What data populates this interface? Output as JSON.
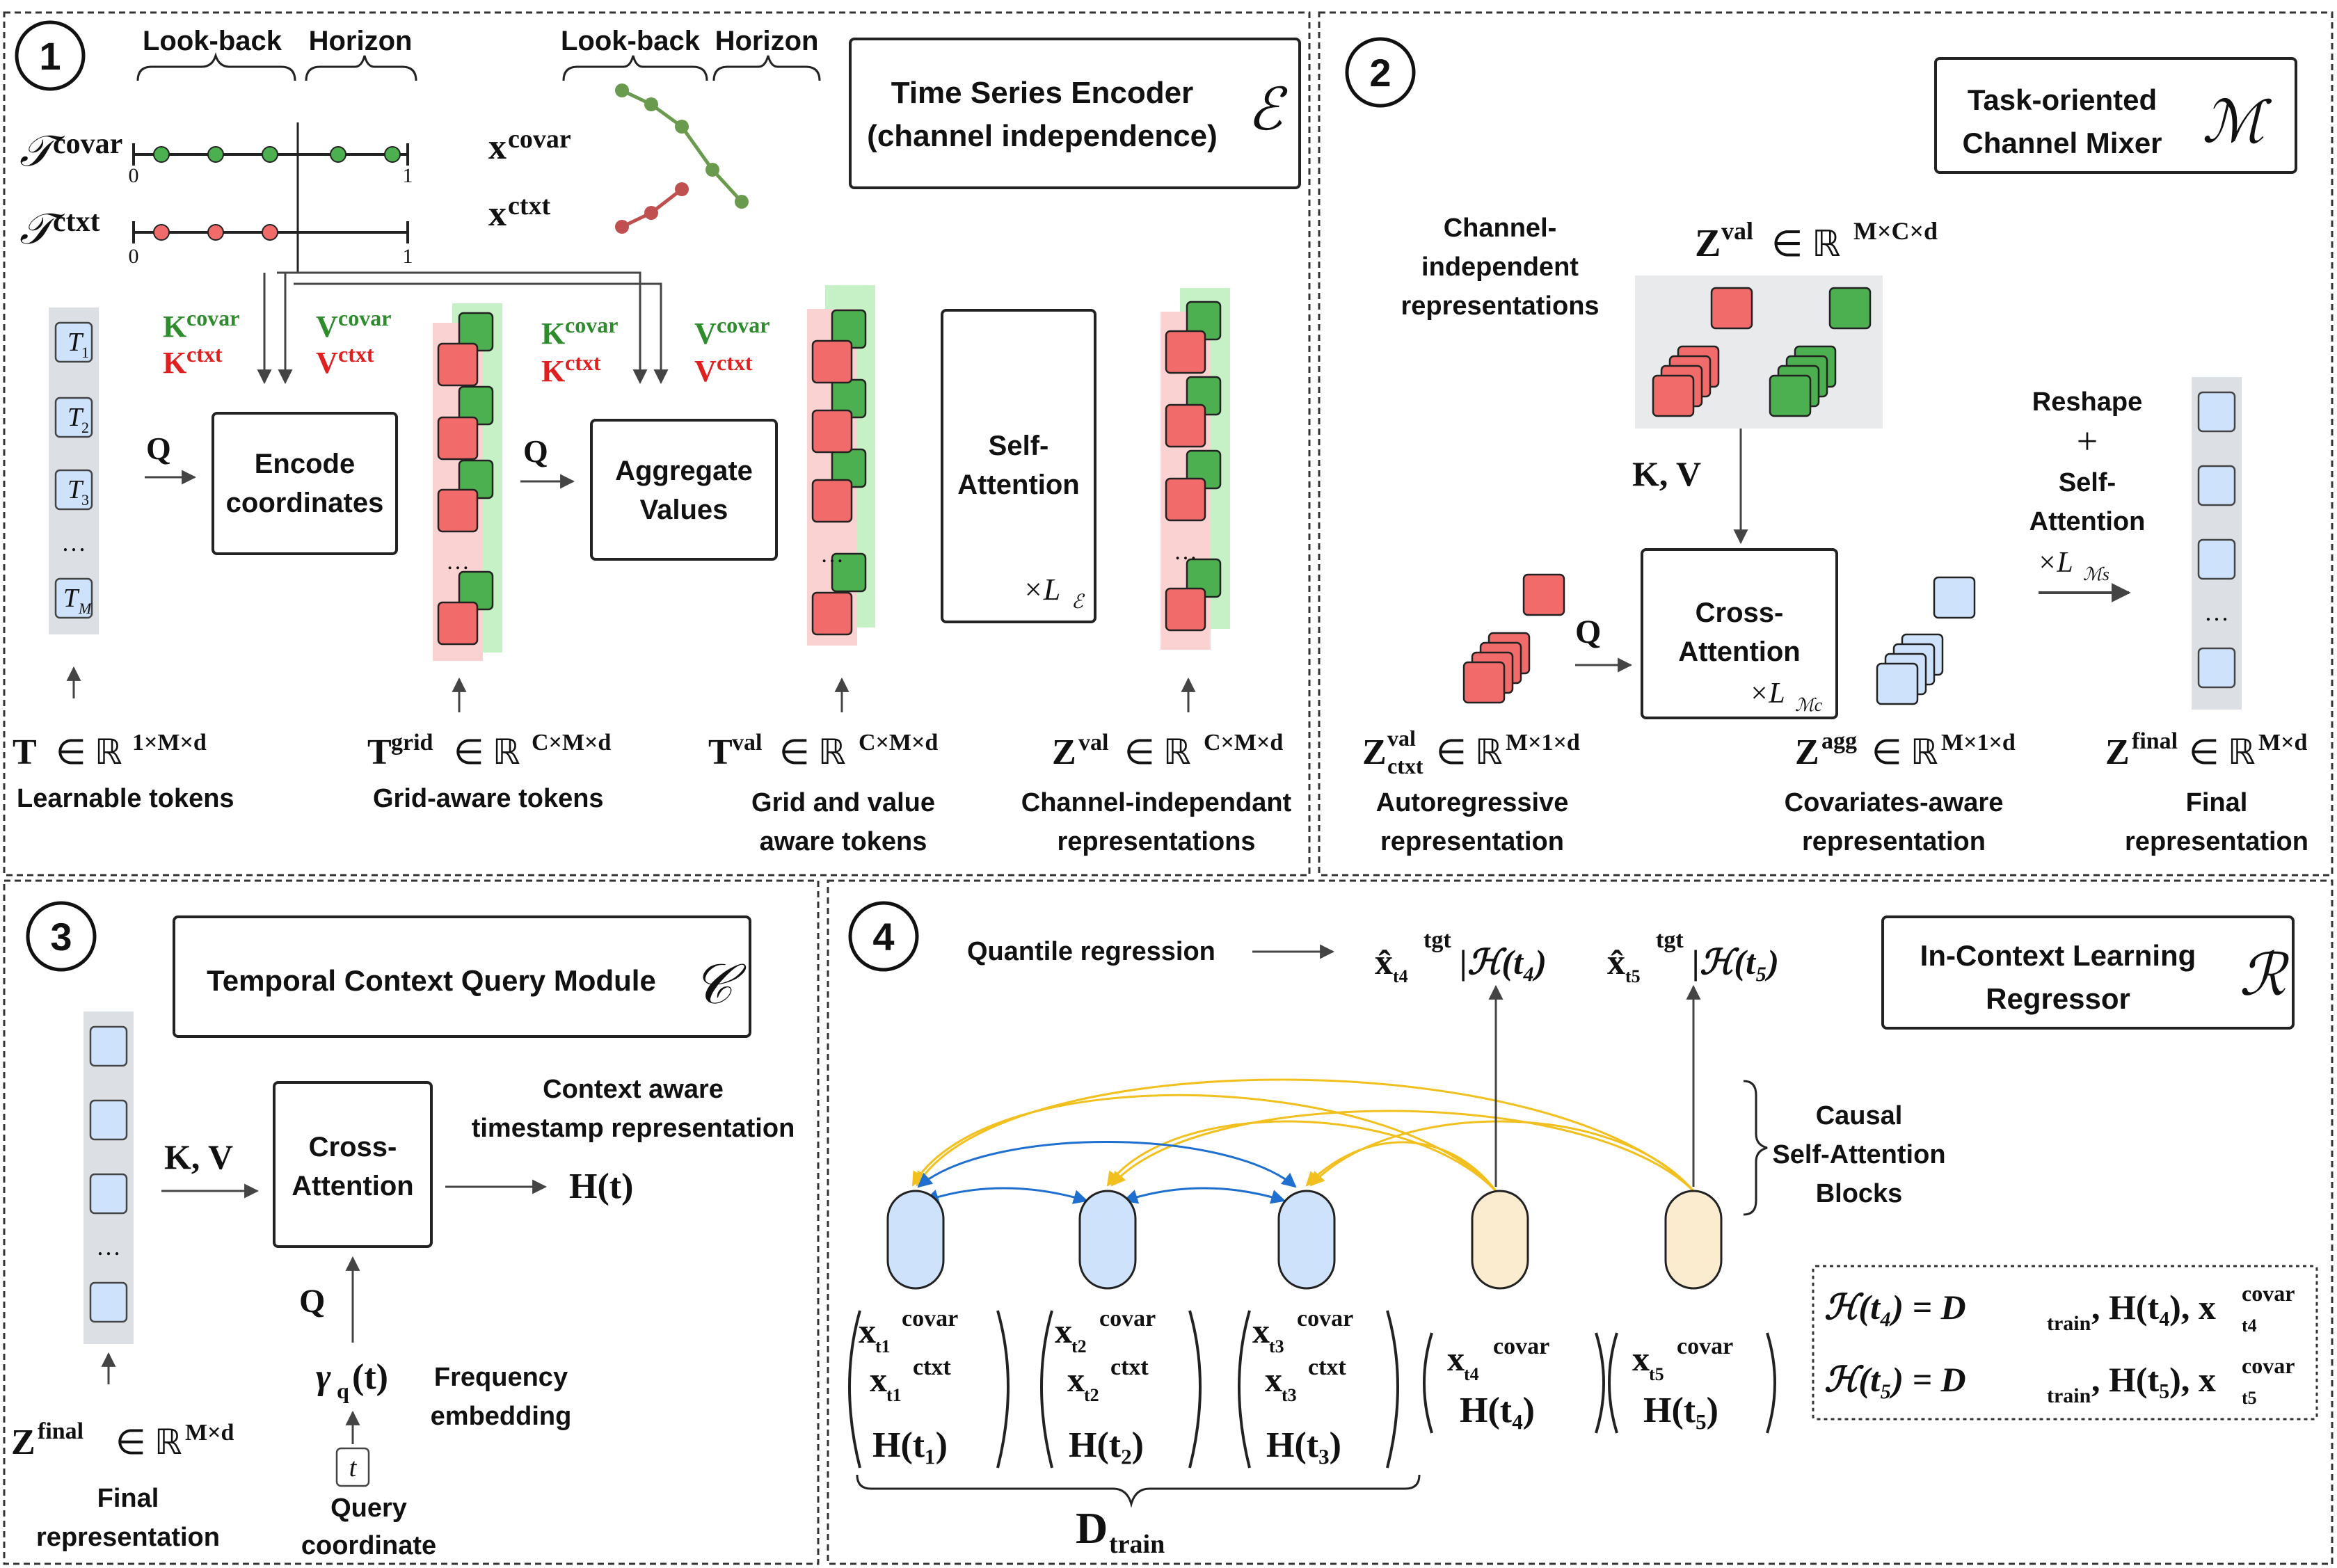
{
  "panel1": {
    "number": "1",
    "title_line1": "Time Series Encoder",
    "title_line2": "(channel independence)",
    "title_symbol": "ℰ",
    "lookback": "Look-back",
    "horizon": "Horizon",
    "t_covar_base": "𝒯",
    "t_covar_sup": "covar",
    "t_ctxt_base": "𝒯",
    "t_ctxt_sup": "ctxt",
    "axis_0": "0",
    "axis_1": "1",
    "x_covar_base": "x",
    "x_covar_sup": "covar",
    "x_ctxt_base": "x",
    "x_ctxt_sup": "ctxt",
    "tokens": [
      {
        "base": "T",
        "sub": "1"
      },
      {
        "base": "T",
        "sub": "2"
      },
      {
        "base": "T",
        "sub": "3"
      },
      {
        "base": "…",
        "sub": ""
      },
      {
        "base": "T",
        "sub": "M"
      }
    ],
    "k_base": "K",
    "v_base": "V",
    "sup_covar": "covar",
    "sup_ctxt": "ctxt",
    "q_label": "Q",
    "encode_line1": "Encode",
    "encode_line2": "coordinates",
    "aggregate_line1": "Aggregate",
    "aggregate_line2": "Values",
    "selfatt_line1": "Self-",
    "selfatt_line2": "Attention",
    "selfatt_repeat": "×L",
    "selfatt_repeat_sub": "ℰ",
    "dots": "…",
    "labels": [
      {
        "base": "T",
        "sup": "",
        "space": "∈ ℝ",
        "dims": "1×M×d",
        "caption1": "Learnable tokens",
        "caption2": ""
      },
      {
        "base": "T",
        "sup": "grid",
        "space": "∈ ℝ",
        "dims": "C×M×d",
        "caption1": "Grid-aware tokens",
        "caption2": ""
      },
      {
        "base": "T",
        "sup": "val",
        "space": "∈ ℝ",
        "dims": "C×M×d",
        "caption1": "Grid and value",
        "caption2": "aware tokens"
      },
      {
        "base": "Z",
        "sup": "val",
        "space": "∈ ℝ",
        "dims": "C×M×d",
        "caption1": "Channel-independant",
        "caption2": "representations"
      }
    ]
  },
  "panel2": {
    "number": "2",
    "title_line1": "Task-oriented",
    "title_line2": "Channel Mixer",
    "title_symbol": "ℳ",
    "ci_line1": "Channel-",
    "ci_line2": "independent",
    "ci_line3": "representations",
    "zval_base": "Z",
    "zval_sup": "val",
    "zval_space": "∈ ℝ",
    "zval_dims": "M×C×d",
    "kv": "K, V",
    "q": "Q",
    "cross_line1": "Cross-",
    "cross_line2": "Attention",
    "cross_repeat": "×L",
    "cross_repeat_sub": "ℳc",
    "reshape_line1": "Reshape",
    "reshape_plus": "+",
    "reshape_line2": "Self-",
    "reshape_line3": "Attention",
    "reshape_repeat": "×L",
    "reshape_repeat_sub": "ℳs",
    "zctxt_base": "Z",
    "zctxt_sup": "val",
    "zctxt_sub": "ctxt",
    "zctxt_space": "∈ ℝ",
    "zctxt_dims": "M×1×d",
    "zctxt_caption1": "Autoregressive",
    "zctxt_caption2": "representation",
    "zagg_base": "Z",
    "zagg_sup": "agg",
    "zagg_space": "∈ ℝ",
    "zagg_dims": "M×1×d",
    "zagg_caption1": "Covariates-aware",
    "zagg_caption2": "representation",
    "zfinal_base": "Z",
    "zfinal_sup": "final",
    "zfinal_space": "∈ ℝ",
    "zfinal_dims": "M×d",
    "zfinal_caption1": "Final",
    "zfinal_caption2": "representation",
    "dots": "…"
  },
  "panel3": {
    "number": "3",
    "title": "Temporal Context Query Module",
    "title_symbol": "𝒞",
    "kv": "K, V",
    "cross_line1": "Cross-",
    "cross_line2": "Attention",
    "context_line1": "Context aware",
    "context_line2": "timestamp representation",
    "ht": "H(t)",
    "q": "Q",
    "gamma_base": "γ",
    "gamma_sub": "q",
    "gamma_arg": "(t)",
    "freq_line1": "Frequency",
    "freq_line2": "embedding",
    "t_box": "t",
    "query_line1": "Query",
    "query_line2": "coordinate",
    "zfinal_base": "Z",
    "zfinal_sup": "final",
    "zfinal_space": "∈ ℝ",
    "zfinal_dims": "M×d",
    "zfinal_caption1": "Final",
    "zfinal_caption2": "representation",
    "dots": "…"
  },
  "panel4": {
    "number": "4",
    "title_line1": "In-Context Learning",
    "title_line2": "Regressor",
    "title_symbol": "ℛ",
    "quantile": "Quantile regression",
    "out1": "x̂",
    "out1_sub": "t4",
    "out_sup": "tgt",
    "out1_cond": "|ℋ(t₄)",
    "out2": "x̂",
    "out2_sub": "t5",
    "out2_cond": "|ℋ(t₅)",
    "causal_line1": "Causal",
    "causal_line2": "Self-Attention",
    "causal_line3": "Blocks",
    "train_cols": [
      {
        "x": "x",
        "t": "t1",
        "covar": "covar",
        "ctxt": "ctxt",
        "h": "H(t₁)"
      },
      {
        "x": "x",
        "t": "t2",
        "covar": "covar",
        "ctxt": "ctxt",
        "h": "H(t₂)"
      },
      {
        "x": "x",
        "t": "t3",
        "covar": "covar",
        "ctxt": "ctxt",
        "h": "H(t₃)"
      }
    ],
    "test_cols": [
      {
        "x": "x",
        "t": "t4",
        "covar": "covar",
        "h": "H(t₄)"
      },
      {
        "x": "x",
        "t": "t5",
        "covar": "covar",
        "h": "H(t₅)"
      }
    ],
    "dtrain_base": "D",
    "dtrain_sub": "train",
    "def1_lhs": "ℋ(t₄) = D",
    "def1_mid": ", H(t₄), x",
    "def1_sub": "t4",
    "def2_lhs": "ℋ(t₅) = D",
    "def2_mid": ", H(t₅), x",
    "def2_sub": "t5",
    "def_train": "train",
    "def_covar": "covar"
  },
  "colors": {
    "green": "#2e8b2e",
    "red": "#e02020",
    "red_tile": "#f26b6b",
    "green_tile": "#4caf50",
    "blue_tile": "#cfe2fb",
    "yellow_arrow": "#f2c01e",
    "blue_arrow": "#1e6fd0"
  }
}
